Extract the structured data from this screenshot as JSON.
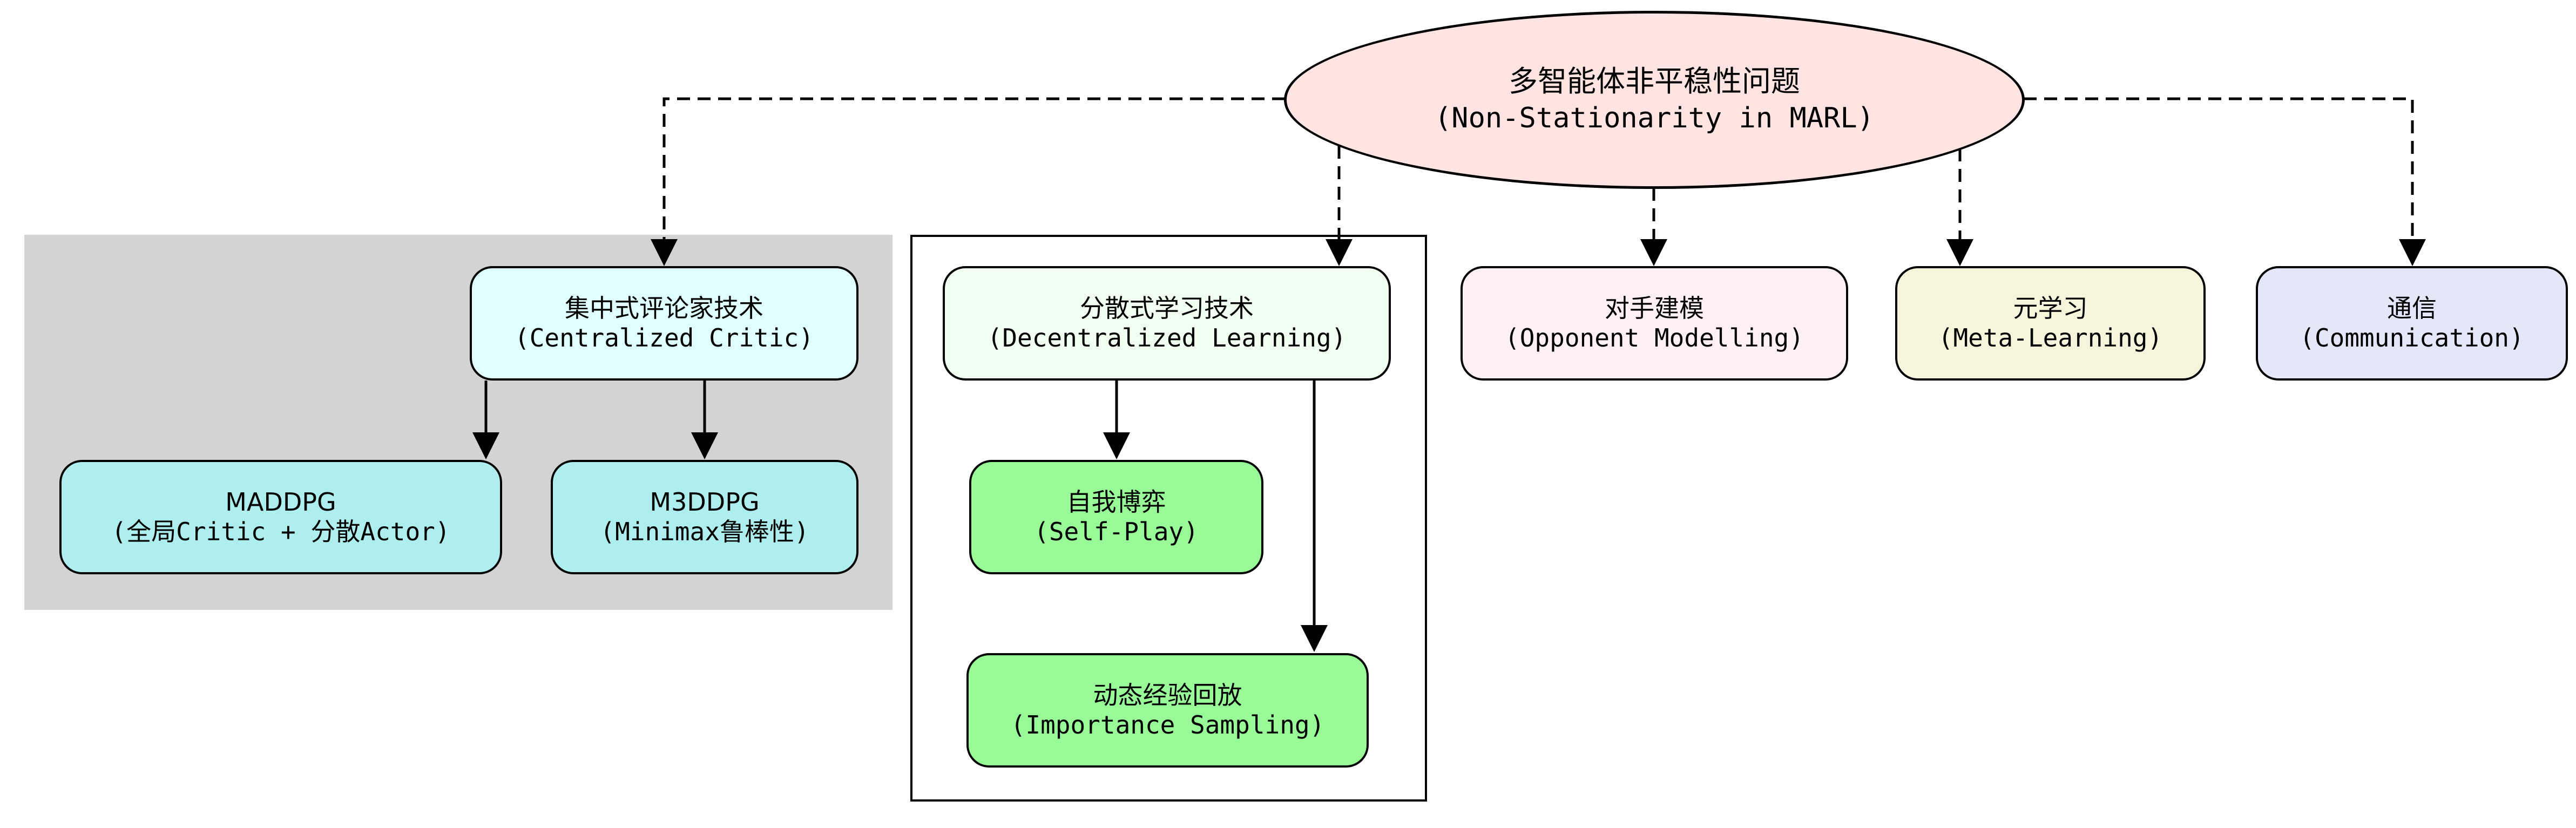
{
  "root": {
    "title_zh": "多智能体非平稳性问题",
    "title_en": "(Non-Stationarity in MARL)",
    "color": "#ffe4e1"
  },
  "nodes": {
    "centralized_critic": {
      "zh": "集中式评论家技术",
      "en": "(Centralized Critic)",
      "color": "#e0ffff"
    },
    "maddpg": {
      "zh": "MADDPG",
      "en": "(全局Critic + 分散Actor)",
      "color": "#afeeee"
    },
    "m3ddpg": {
      "zh": "M3DDPG",
      "en": "(Minimax鲁棒性)",
      "color": "#afeeee"
    },
    "decentralized_learning": {
      "zh": "分散式学习技术",
      "en": "(Decentralized Learning)",
      "color": "#f0fff0"
    },
    "self_play": {
      "zh": "自我博弈",
      "en": "(Self-Play)",
      "color": "#98fb98"
    },
    "dynamic_replay": {
      "zh": "动态经验回放",
      "en": "(Importance Sampling)",
      "color": "#98fb98"
    },
    "opponent_modelling": {
      "zh": "对手建模",
      "en": "(Opponent Modelling)",
      "color": "#fff0f5"
    },
    "meta_learning": {
      "zh": "元学习",
      "en": "(Meta-Learning)",
      "color": "#f5f5dc"
    },
    "communication": {
      "zh": "通信",
      "en": "(Communication)",
      "color": "#e6e6fa"
    }
  },
  "clusters": {
    "centralized": {
      "fill": "#d3d3d3"
    },
    "decentralized": {
      "fill": "#ffffff"
    }
  },
  "edges": [
    {
      "from": "root",
      "to": "centralized_critic",
      "style": "dashed"
    },
    {
      "from": "root",
      "to": "decentralized_learning",
      "style": "dashed"
    },
    {
      "from": "root",
      "to": "opponent_modelling",
      "style": "dashed"
    },
    {
      "from": "root",
      "to": "meta_learning",
      "style": "dashed"
    },
    {
      "from": "root",
      "to": "communication",
      "style": "dashed"
    },
    {
      "from": "centralized_critic",
      "to": "maddpg",
      "style": "solid"
    },
    {
      "from": "centralized_critic",
      "to": "m3ddpg",
      "style": "solid"
    },
    {
      "from": "decentralized_learning",
      "to": "self_play",
      "style": "solid"
    },
    {
      "from": "decentralized_learning",
      "to": "dynamic_replay",
      "style": "solid"
    }
  ]
}
